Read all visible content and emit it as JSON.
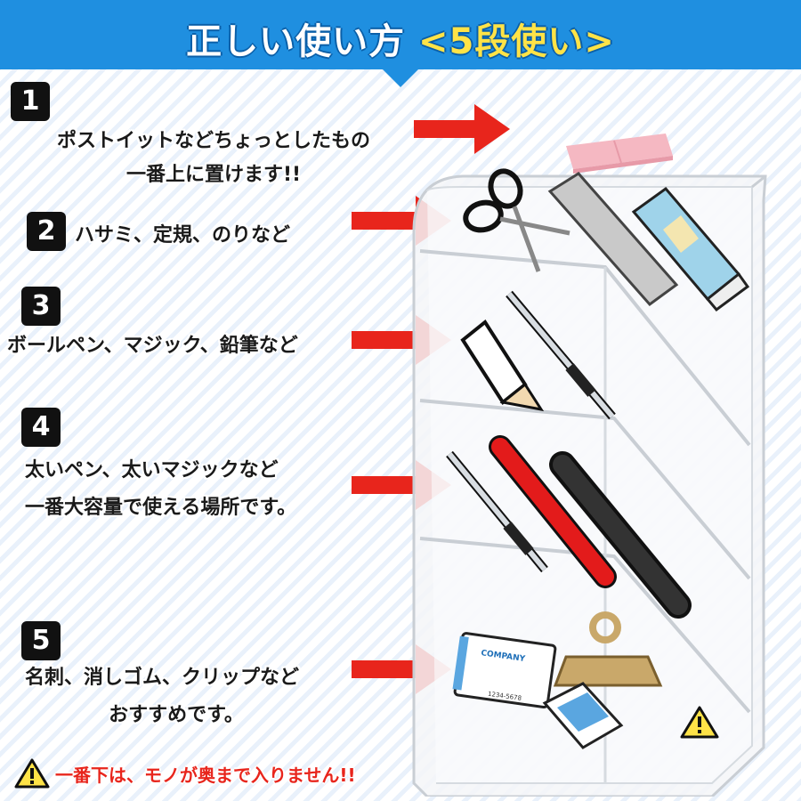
{
  "title": {
    "main": "正しい使い方",
    "accent": "<5段使い>"
  },
  "colors": {
    "banner": "#1f8fe0",
    "arrow": "#e8251c",
    "warning": "#ffe347"
  },
  "steps": [
    {
      "number": "1",
      "line1": "ポストイットなどちょっとしたもの",
      "line2": "一番上に置けます!!"
    },
    {
      "number": "2",
      "line1": "ハサミ、定規、のりなど"
    },
    {
      "number": "3",
      "line1": "ボールペン、マジック、鉛筆など"
    },
    {
      "number": "4",
      "line1": "太いペン、太いマジックなど",
      "line2": "一番大容量で使える場所です。"
    },
    {
      "number": "5",
      "line1": "名刺、消しゴム、クリップなど",
      "line2": "おすすめです。"
    }
  ],
  "card_text": {
    "company": "COMPANY",
    "number": "1234-5678"
  },
  "footer": {
    "note": "一番下は、モノが奥まで入りません!!"
  },
  "icons": [
    "warning-icon",
    "sticky-note-icon",
    "scissors-icon",
    "ruler-icon",
    "glue-stick-icon",
    "pencil-icon",
    "ballpoint-pen-icon",
    "marker-icon",
    "business-card-icon",
    "binder-clip-icon",
    "eraser-icon"
  ]
}
